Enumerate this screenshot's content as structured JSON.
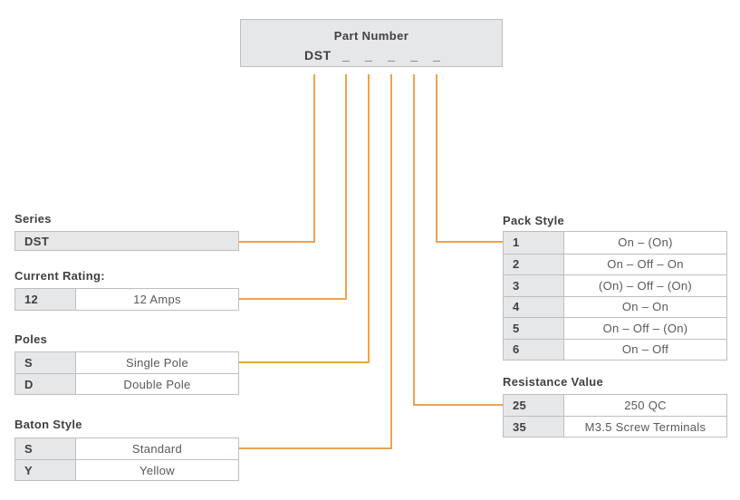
{
  "colors": {
    "accent": "#f0a24c",
    "cell_bg": "#e6e7e8",
    "border": "#bcbec0",
    "heading_text": "#414042",
    "value_text": "#58595b"
  },
  "part_number_box": {
    "title": "Part Number",
    "prefix": "DST",
    "blanks": [
      "_",
      "_",
      "_",
      "_",
      "_"
    ]
  },
  "series": {
    "label": "Series",
    "code": "DST"
  },
  "current_rating": {
    "label": "Current Rating:",
    "rows": [
      {
        "key": "12",
        "value": "12 Amps"
      }
    ]
  },
  "poles": {
    "label": "Poles",
    "rows": [
      {
        "key": "S",
        "value": "Single Pole"
      },
      {
        "key": "D",
        "value": "Double Pole"
      }
    ]
  },
  "baton_style": {
    "label": "Baton Style",
    "rows": [
      {
        "key": "S",
        "value": "Standard"
      },
      {
        "key": "Y",
        "value": "Yellow"
      }
    ]
  },
  "pack_style": {
    "label": "Pack Style",
    "rows": [
      {
        "key": "1",
        "value": "On – (On)"
      },
      {
        "key": "2",
        "value": "On – Off – On"
      },
      {
        "key": "3",
        "value": "(On) – Off – (On)"
      },
      {
        "key": "4",
        "value": "On – On"
      },
      {
        "key": "5",
        "value": "On – Off – (On)"
      },
      {
        "key": "6",
        "value": "On – Off"
      }
    ]
  },
  "resistance_value": {
    "label": "Resistance Value",
    "rows": [
      {
        "key": "25",
        "value": "250 QC"
      },
      {
        "key": "35",
        "value": "M3.5 Screw Terminals"
      }
    ]
  }
}
